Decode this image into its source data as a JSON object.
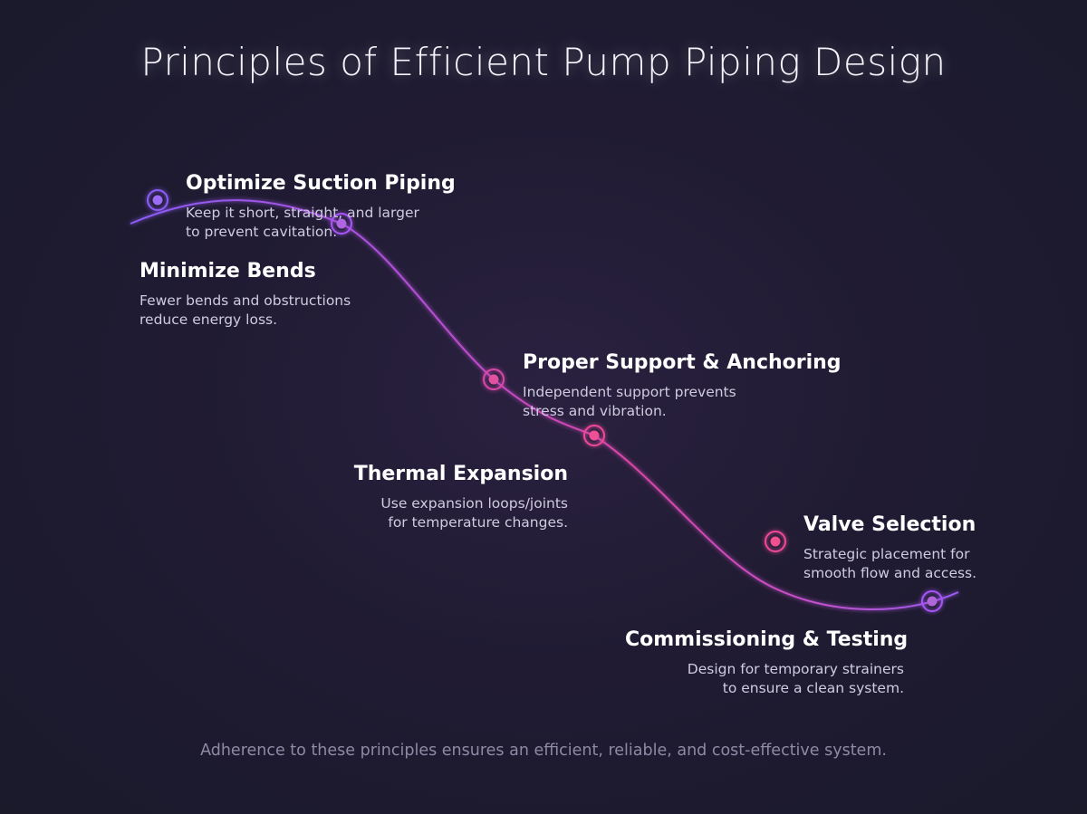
{
  "title": "Principles of Efficient Pump Piping Design",
  "footer": "Adherence to these principles ensures an efficient, reliable, and cost-effective system.",
  "colors": {
    "background": "#1f1b30",
    "curve_start": "#8b5cf6",
    "curve_mid": "#d946ef",
    "curve_accent": "#ec4899",
    "node_1": "#8b5cf6",
    "node_2": "#a855f7",
    "node_3": "#d946a8",
    "node_4": "#ec4899",
    "node_5": "#ec4899",
    "node_6": "#a855f7"
  },
  "steps": [
    {
      "title": "Optimize Suction Piping",
      "desc": "Keep it short, straight, and larger\nto prevent cavitation."
    },
    {
      "title": "Minimize Bends",
      "desc": "Fewer bends and obstructions\nreduce energy loss."
    },
    {
      "title": "Proper Support & Anchoring",
      "desc": "Independent support prevents\nstress and vibration."
    },
    {
      "title": "Thermal Expansion",
      "desc": "Use expansion loops/joints\nfor temperature changes."
    },
    {
      "title": "Valve Selection",
      "desc": "Strategic placement for\nsmooth flow and access."
    },
    {
      "title": "Commissioning & Testing",
      "desc": "Design for temporary strainers\nto ensure a clean system."
    }
  ]
}
